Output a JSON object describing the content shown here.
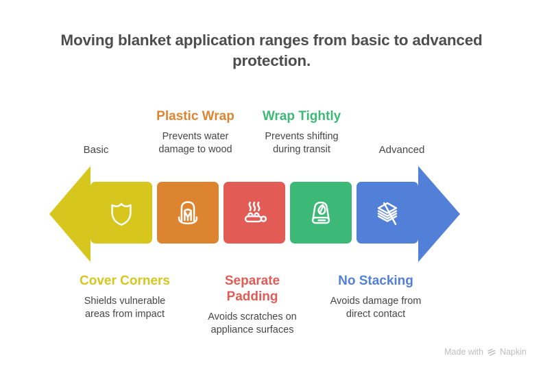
{
  "title": "Moving blanket application ranges from basic to advanced protection.",
  "colors": {
    "title_text": "#4d4d4d",
    "body_text": "#454545",
    "footer_text": "#bdbdbd"
  },
  "scale": {
    "left_label": "Basic",
    "right_label": "Advanced",
    "left_arrow_color": "#d7c61e",
    "right_arrow_color": "#527fd7"
  },
  "steps": [
    {
      "label": "Cover Corners",
      "description": "Shields vulnerable areas from impact",
      "color": "#d7c61e",
      "icon": "shield-icon",
      "label_position": "below"
    },
    {
      "label": "Plastic Wrap",
      "description": "Prevents water damage to wood",
      "color": "#dd8431",
      "icon": "car-seat-icon",
      "label_position": "above"
    },
    {
      "label": "Separate Padding",
      "description": "Avoids scratches on appliance surfaces",
      "color": "#e25c55",
      "icon": "steam-lounge-icon",
      "label_position": "below"
    },
    {
      "label": "Wrap Tightly",
      "description": "Prevents shifting during transit",
      "color": "#3cb977",
      "icon": "blanket-leaf-icon",
      "label_position": "above"
    },
    {
      "label": "No Stacking",
      "description": "Avoids damage from direct contact",
      "color": "#527fd7",
      "icon": "layers-slash-icon",
      "label_position": "below"
    }
  ],
  "footer": {
    "made_with": "Made with",
    "brand": "Napkin"
  }
}
